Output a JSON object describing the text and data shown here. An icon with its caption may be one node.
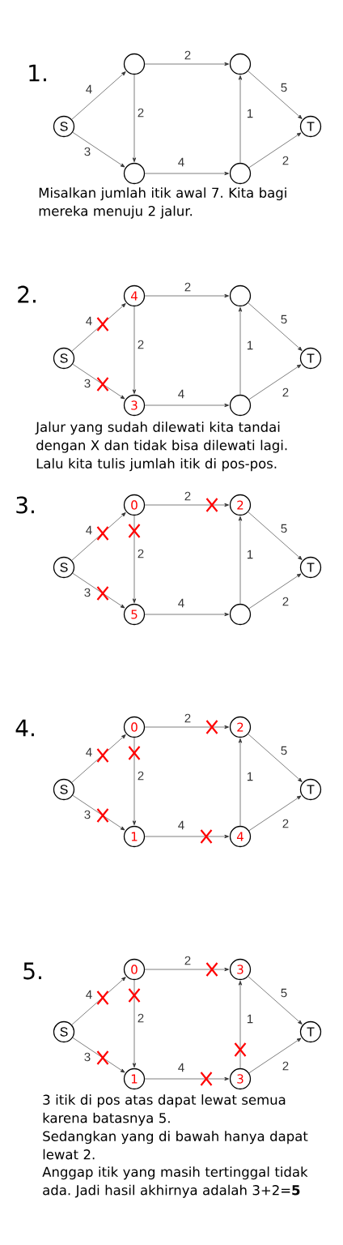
{
  "diagram": {
    "nodes": [
      {
        "text": [
          "S"
        ]
      },
      {
        "text": [],
        "shape": "circle"
      },
      {
        "text": [],
        "shape": "circle"
      },
      {
        "text": [],
        "shape": "circle"
      },
      {
        "text": [],
        "shape": "circle"
      },
      {
        "text": [
          "T"
        ]
      },
      {
        "text": [
          "S"
        ]
      },
      {
        "text": [
          "4"
        ]
      },
      {
        "text": [
          "3"
        ]
      },
      {
        "text": [],
        "shape": "circle"
      },
      {
        "text": [],
        "shape": "circle"
      },
      {
        "text": [
          "T"
        ]
      },
      {
        "text": [
          "S"
        ]
      },
      {
        "text": [
          "0"
        ]
      },
      {
        "text": [
          "5"
        ]
      },
      {
        "text": [
          "2"
        ]
      },
      {
        "text": [],
        "shape": "circle"
      },
      {
        "text": [
          "T"
        ]
      },
      {
        "text": [
          "S"
        ]
      },
      {
        "text": [
          "0"
        ]
      },
      {
        "text": [
          "1"
        ]
      },
      {
        "text": [
          "2"
        ]
      },
      {
        "text": [
          "4"
        ]
      },
      {
        "text": [
          "T"
        ]
      },
      {
        "text": [
          "S"
        ]
      },
      {
        "text": [
          "0"
        ]
      },
      {
        "text": [
          "1"
        ]
      },
      {
        "text": [
          "3"
        ]
      },
      {
        "text": [
          "3"
        ]
      },
      {
        "text": [
          "T"
        ]
      }
    ],
    "edges": [
      {
        "from": 0,
        "to": 1,
        "arrow": "to",
        "label": "4"
      },
      {
        "from": 0,
        "to": 2,
        "arrow": "to",
        "label": "3"
      },
      {
        "from": 1,
        "to": 2,
        "arrow": "to",
        "label": "2"
      },
      {
        "from": 1,
        "to": 3,
        "arrow": "to",
        "label": "2"
      },
      {
        "from": 2,
        "to": 4,
        "arrow": "to",
        "label": "4"
      },
      {
        "from": 4,
        "to": 3,
        "arrow": "to",
        "label": "1"
      },
      {
        "from": 3,
        "to": 5,
        "arrow": "to",
        "label": "5"
      },
      {
        "from": 4,
        "to": 5,
        "arrow": "to",
        "label": "2"
      },
      {
        "from": 6,
        "to": 7,
        "arrow": "to",
        "label": "4"
      },
      {
        "from": 6,
        "to": 8,
        "arrow": "to",
        "label": "3"
      },
      {
        "from": 7,
        "to": 8,
        "arrow": "to",
        "label": "2"
      },
      {
        "from": 7,
        "to": 9,
        "arrow": "to",
        "label": "2"
      },
      {
        "from": 8,
        "to": 10,
        "arrow": "to",
        "label": "4"
      },
      {
        "from": 10,
        "to": 9,
        "arrow": "to",
        "label": "1"
      },
      {
        "from": 9,
        "to": 11,
        "arrow": "to",
        "label": "5"
      },
      {
        "from": 10,
        "to": 11,
        "arrow": "to",
        "label": "2"
      },
      {
        "from": 12,
        "to": 13,
        "arrow": "to",
        "label": "4"
      },
      {
        "from": 12,
        "to": 14,
        "arrow": "to",
        "label": "3"
      },
      {
        "from": 13,
        "to": 14,
        "arrow": "to",
        "label": "2"
      },
      {
        "from": 13,
        "to": 15,
        "arrow": "to",
        "label": "2"
      },
      {
        "from": 14,
        "to": 16,
        "arrow": "to",
        "label": "4"
      },
      {
        "from": 16,
        "to": 15,
        "arrow": "to",
        "label": "1"
      },
      {
        "from": 15,
        "to": 17,
        "arrow": "to",
        "label": "5"
      },
      {
        "from": 16,
        "to": 17,
        "arrow": "to",
        "label": "2"
      },
      {
        "from": 18,
        "to": 19,
        "arrow": "to",
        "label": "4"
      },
      {
        "from": 18,
        "to": 20,
        "arrow": "to",
        "label": "3"
      },
      {
        "from": 19,
        "to": 20,
        "arrow": "to",
        "label": "2"
      },
      {
        "from": 19,
        "to": 21,
        "arrow": "to",
        "label": "2"
      },
      {
        "from": 20,
        "to": 22,
        "arrow": "to",
        "label": "4"
      },
      {
        "from": 22,
        "to": 21,
        "arrow": "to",
        "label": "1"
      },
      {
        "from": 21,
        "to": 23,
        "arrow": "to",
        "label": "5"
      },
      {
        "from": 22,
        "to": 23,
        "arrow": "to",
        "label": "2"
      },
      {
        "from": 24,
        "to": 25,
        "arrow": "to",
        "label": "4"
      },
      {
        "from": 24,
        "to": 26,
        "arrow": "to",
        "label": "3"
      },
      {
        "from": 25,
        "to": 26,
        "arrow": "to",
        "label": "2"
      },
      {
        "from": 25,
        "to": 27,
        "arrow": "to",
        "label": "2"
      },
      {
        "from": 26,
        "to": 28,
        "arrow": "to",
        "label": "4"
      },
      {
        "from": 28,
        "to": 27,
        "arrow": "to",
        "label": "1"
      },
      {
        "from": 27,
        "to": 29,
        "arrow": "to",
        "label": "5"
      },
      {
        "from": 28,
        "to": 29,
        "arrow": "to",
        "label": "2"
      }
    ],
    "labels": [
      "1.",
      "Misalkan jumlah itik awal 7. Kita bagi mereka menuju 2 jalur.",
      "2.",
      "Jalur yang sudah dilewati kita tandai dengan X dan tidak bisa dilewati lagi. Lalu kita tulis jumlah itik di pos-pos.",
      "3.",
      "4.",
      "5.",
      "3 itik di pos atas dapat lewat semua karena batasnya 5.",
      "Sedangkan yang di bawah hanya dapat lewat 2.",
      "Anggap itik yang masih tertinggal tidak ada. Jadi hasil akhirnya adalah 3+2=**5**"
    ]
  }
}
